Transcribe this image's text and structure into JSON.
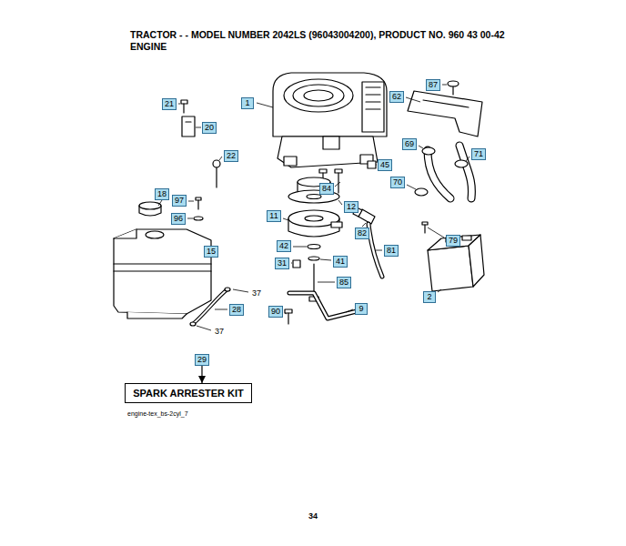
{
  "diagram": {
    "title": "TRACTOR - - MODEL NUMBER 2042LS (96043004200), PRODUCT NO. 960 43 00-42",
    "nodes": [
      {
        "text": [
          "87"
        ]
      },
      {
        "text": [
          "62"
        ]
      },
      {
        "text": [
          "21"
        ]
      },
      {
        "text": [
          "1"
        ]
      },
      {
        "text": [
          "20"
        ]
      },
      {
        "text": [
          "69"
        ]
      },
      {
        "text": [
          "71"
        ]
      },
      {
        "text": [
          "22"
        ]
      },
      {
        "text": [
          "45"
        ]
      },
      {
        "text": [
          "70"
        ]
      },
      {
        "text": [
          "84"
        ]
      },
      {
        "text": [
          "18"
        ]
      },
      {
        "text": [
          "97"
        ]
      },
      {
        "text": [
          "12"
        ]
      },
      {
        "text": [
          "11"
        ]
      },
      {
        "text": [
          "96"
        ]
      },
      {
        "text": [
          "82"
        ]
      },
      {
        "text": [
          "79"
        ]
      },
      {
        "text": [
          "42"
        ]
      },
      {
        "text": [
          "81"
        ]
      },
      {
        "text": [
          "15"
        ]
      },
      {
        "text": [
          "41"
        ]
      },
      {
        "text": [
          "31"
        ]
      },
      {
        "text": [
          "85"
        ]
      },
      {
        "text": [
          "2"
        ]
      },
      {
        "text": [
          "9"
        ]
      },
      {
        "text": [
          "28"
        ]
      },
      {
        "text": [
          "90"
        ]
      },
      {
        "text": [
          "29"
        ]
      },
      {
        "text": [
          "SPARK ARRESTER KIT"
        ]
      }
    ],
    "edges": [
      {
        "from": 28,
        "to": 29,
        "arrow": "to"
      }
    ],
    "labels": [
      "ENGINE",
      "37",
      "37",
      "engine-tex_bs-2cyl_7",
      "34"
    ]
  }
}
